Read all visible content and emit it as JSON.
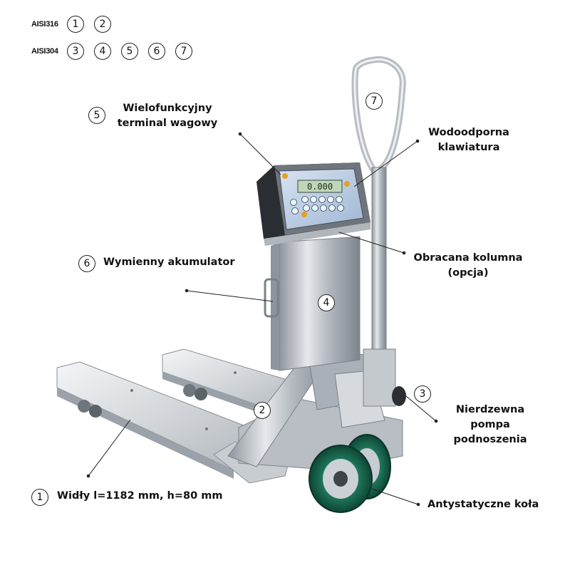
{
  "legend": [
    {
      "label": "AISI316",
      "numbers": [
        "1",
        "2"
      ]
    },
    {
      "label": "AISI304",
      "numbers": [
        "3",
        "4",
        "5",
        "6",
        "7"
      ]
    }
  ],
  "callouts": {
    "terminal": {
      "number": "5",
      "line1": "Wielofunkcyjny",
      "line2": "terminal wagowy"
    },
    "keyboard": {
      "line1": "Wodoodporna",
      "line2": "klawiatura"
    },
    "battery": {
      "number": "6",
      "text": "Wymienny akumulator"
    },
    "column": {
      "line1": "Obracana kolumna",
      "line2": "(opcja)"
    },
    "pump": {
      "line1": "Nierdzewna pompa",
      "line2": "podnoszenia"
    },
    "forks": {
      "number": "1",
      "text": "Widły l=1182 mm, h=80 mm"
    },
    "wheels": {
      "text": "Antystatyczne koła"
    }
  },
  "markers": {
    "handle": "7",
    "column": "4",
    "pump": "3",
    "frame": "2"
  },
  "display": {
    "reading": "0.000"
  }
}
